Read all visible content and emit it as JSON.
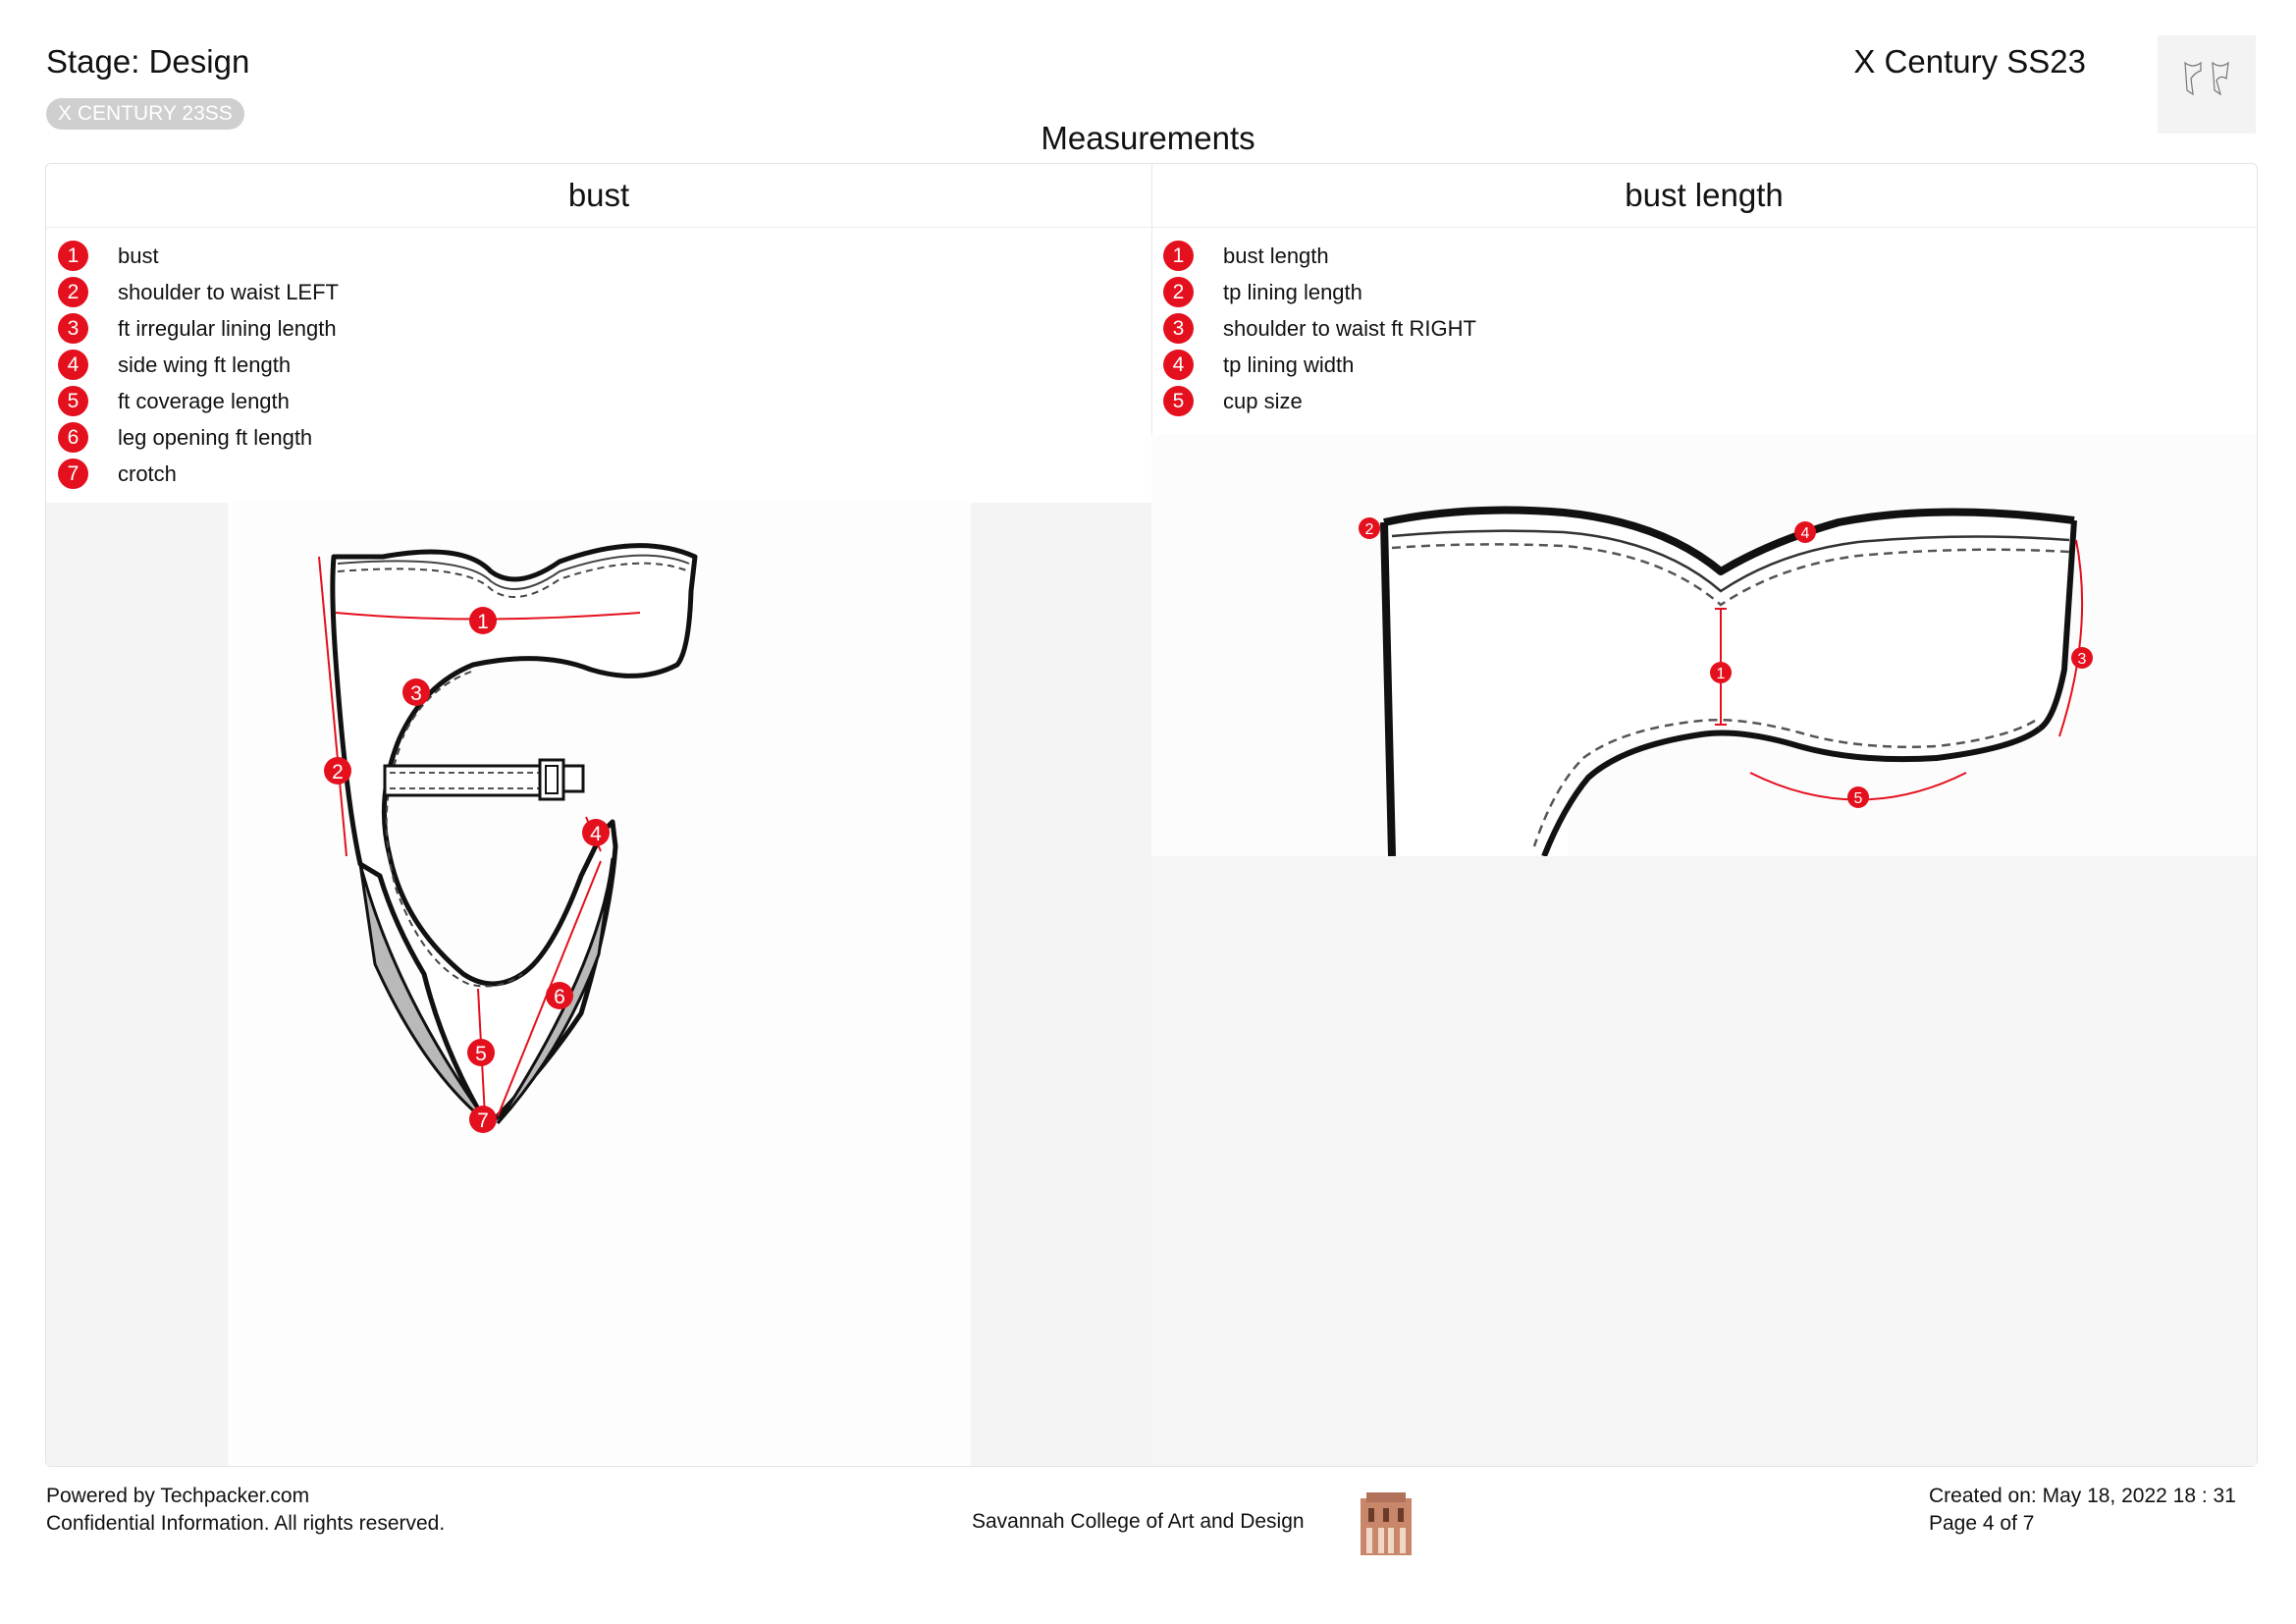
{
  "header": {
    "stage": "Stage: Design",
    "collection_chip": "X CENTURY 23SS",
    "product_title": "X Century SS23",
    "section_title": "Measurements"
  },
  "panels": [
    {
      "title": "bust",
      "points": [
        {
          "num": "1",
          "label": "bust"
        },
        {
          "num": "2",
          "label": "shoulder to waist LEFT"
        },
        {
          "num": "3",
          "label": "ft irregular lining length"
        },
        {
          "num": "4",
          "label": "side wing ft length"
        },
        {
          "num": "5",
          "label": "ft coverage length"
        },
        {
          "num": "6",
          "label": "leg opening ft length"
        },
        {
          "num": "7",
          "label": "crotch"
        }
      ]
    },
    {
      "title": "bust length",
      "points": [
        {
          "num": "1",
          "label": "bust length"
        },
        {
          "num": "2",
          "label": "tp lining length"
        },
        {
          "num": "3",
          "label": "shoulder to waist ft RIGHT"
        },
        {
          "num": "4",
          "label": "tp lining width"
        },
        {
          "num": "5",
          "label": "cup size"
        }
      ]
    }
  ],
  "footer": {
    "powered_by": "Powered by Techpacker.com",
    "confidential": "Confidential Information. All rights reserved.",
    "school": "Savannah College of Art and Design",
    "created": "Created on: May 18, 2022 18 : 31",
    "page": "Page 4 of 7"
  },
  "colors": {
    "marker": "#e4101d",
    "chip": "#cfcfcf"
  }
}
